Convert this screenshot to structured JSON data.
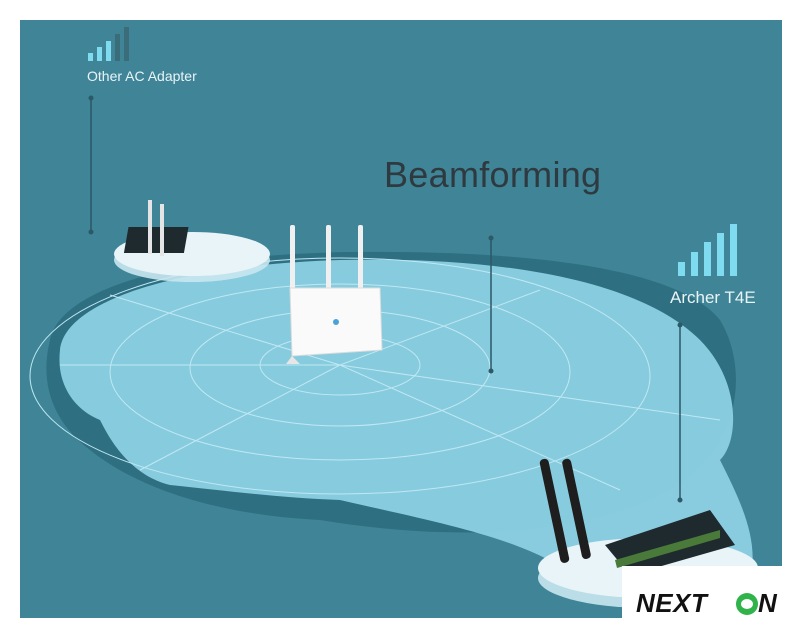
{
  "labels": {
    "other_adapter": "Other AC Adapter",
    "title": "Beamforming",
    "archer": "Archer T4E"
  },
  "signal": {
    "other_adapter_bars_active": 3,
    "archer_bars_active": 5,
    "bars_total": 5
  },
  "logo": {
    "part1": "NEXT",
    "part2": "N"
  },
  "colors": {
    "background": "#3f8597",
    "floor_light": "#8fd2e6",
    "floor_dark": "#2f6f82",
    "text_dark": "#2f3a40",
    "text_light": "#e9f4f7",
    "signal_bar": "#7fdcf0",
    "logo_accent": "#2fb34a"
  }
}
